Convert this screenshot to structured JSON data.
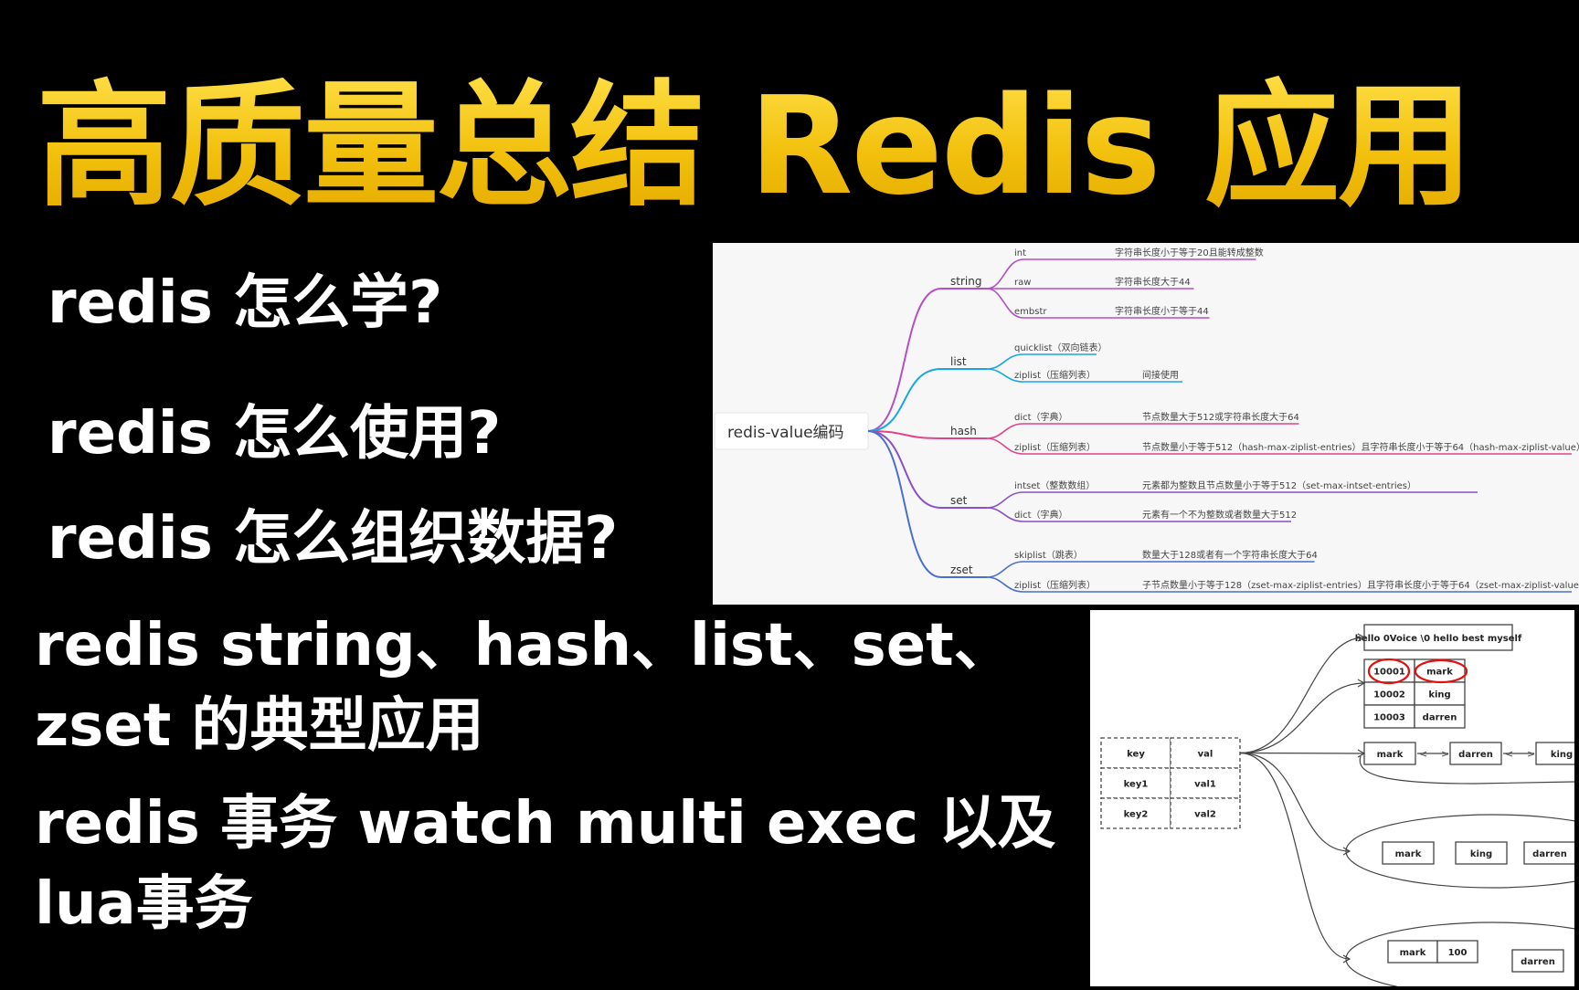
{
  "title": "高质量总结 Redis 应用",
  "questions": [
    "redis 怎么学?",
    "redis 怎么使用?",
    "redis 怎么组织数据?"
  ],
  "topics": [
    "redis string、hash、list、set、zset 的典型应用",
    "redis 事务 watch multi exec  以及  lua事务"
  ],
  "mindmap": {
    "root": "redis-value编码",
    "branches": [
      {
        "name": "string",
        "color": "#b34fc8",
        "leaves": [
          {
            "name": "int",
            "desc": "字符串长度小于等于20且能转成整数"
          },
          {
            "name": "raw",
            "desc": "字符串长度大于44"
          },
          {
            "name": "embstr",
            "desc": "字符串长度小于等于44"
          }
        ]
      },
      {
        "name": "list",
        "color": "#1aa7e0",
        "leaves": [
          {
            "name": "quicklist（双向链表）",
            "desc": ""
          },
          {
            "name": "ziplist（压缩列表）",
            "desc": "间接使用"
          }
        ]
      },
      {
        "name": "hash",
        "color": "#e0458a",
        "leaves": [
          {
            "name": "dict（字典）",
            "desc": "节点数量大于512或字符串长度大于64"
          },
          {
            "name": "ziplist（压缩列表）",
            "desc": "节点数量小于等于512（hash-max-ziplist-entries）且字符串长度小于等于64（hash-max-ziplist-value）"
          }
        ]
      },
      {
        "name": "set",
        "color": "#8b4fc7",
        "leaves": [
          {
            "name": "intset（整数数组）",
            "desc": "元素都为整数且节点数量小于等于512（set-max-intset-entries）"
          },
          {
            "name": "dict（字典）",
            "desc": "元素有一个不为整数或者数量大于512"
          }
        ]
      },
      {
        "name": "zset",
        "color": "#4a6fd0",
        "leaves": [
          {
            "name": "skiplist（跳表）",
            "desc": "数量大于128或者有一个字符串长度大于64"
          },
          {
            "name": "ziplist（压缩列表）",
            "desc": "子节点数量小于等于128（zset-max-ziplist-entries）且字符串长度小于等于64（zset-max-ziplist-value）"
          }
        ]
      }
    ]
  },
  "diagram": {
    "kv_header": [
      "key",
      "val"
    ],
    "kv_rows": [
      [
        "key1",
        "val1"
      ],
      [
        "key2",
        "val2"
      ]
    ],
    "string_value": "hello 0Voice \\0 hello best myself",
    "hash_rows": [
      [
        "10001",
        "mark"
      ],
      [
        "10002",
        "king"
      ],
      [
        "10003",
        "darren"
      ]
    ],
    "list_nodes": [
      "mark",
      "darren",
      "king"
    ],
    "set_nodes": [
      "mark",
      "king",
      "darren"
    ],
    "zset_nodes": [
      [
        "mark",
        "100"
      ]
    ],
    "zset_extra": "darren",
    "highlight_color": "#e01010"
  }
}
